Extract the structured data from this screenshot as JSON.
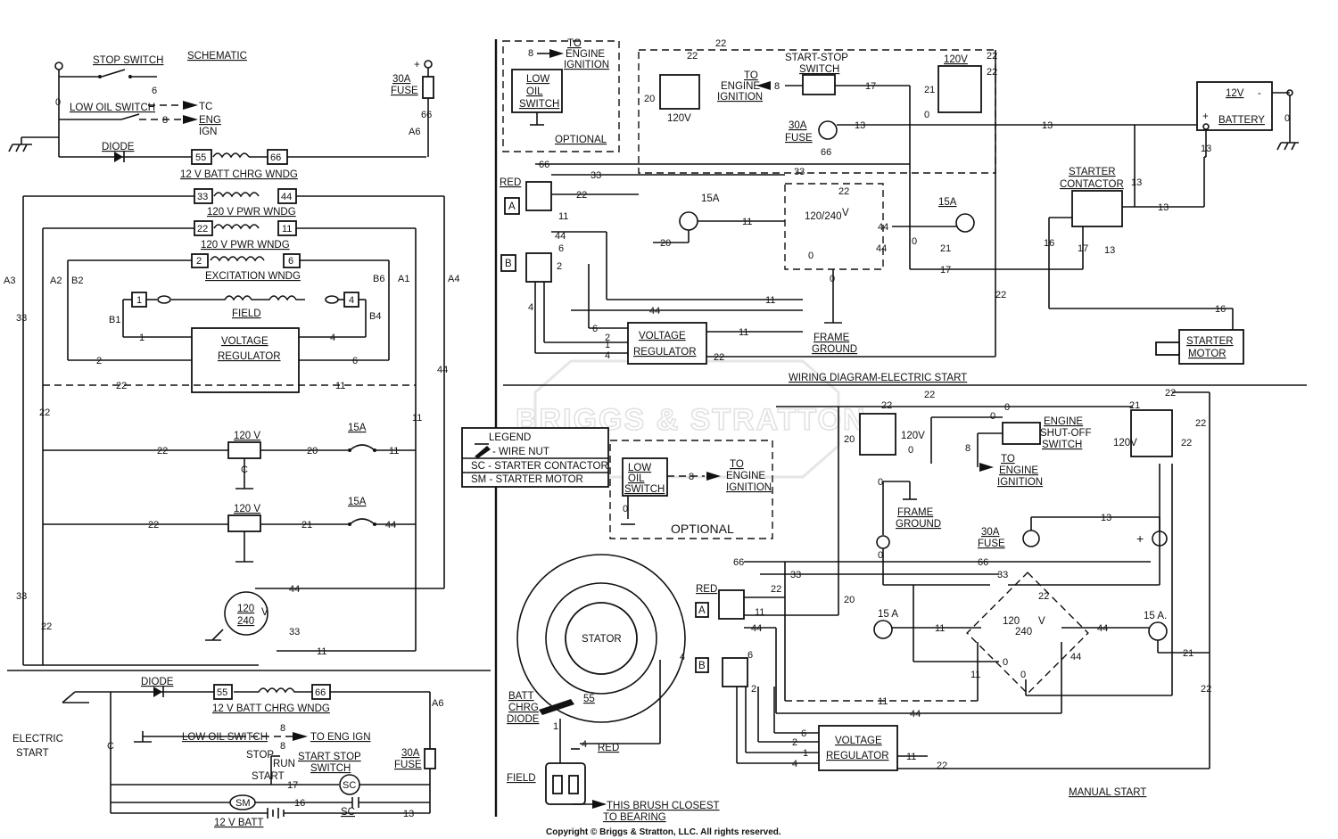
{
  "watermark": "BRIGGS & STRATTON",
  "copyright": "Copyright © Briggs & Stratton, LLC. All rights reserved.",
  "schematic": {
    "title": "SCHEMATIC",
    "stop_switch": "STOP SWITCH",
    "low_oil_switch": "LOW OIL SWITCH",
    "to_tc": "TC",
    "to_eng_ign_1": "ENG",
    "to_eng_ign_2": "IGN",
    "diode": "DIODE",
    "fuse_1": "30A",
    "fuse_2": "FUSE",
    "batt_chrg_wndg": "12 V BATT CHRG WNDG",
    "pwr_wndg_a": "120 V PWR WNDG",
    "pwr_wndg_b": "120 V PWR WNDG",
    "excitation_wndg": "EXCITATION WNDG",
    "field": "FIELD",
    "voltage_regulator_1": "VOLTAGE",
    "voltage_regulator_2": "REGULATOR",
    "receptacle_120v_a": "120 V",
    "receptacle_120v_b": "120 V",
    "breaker_15a_a": "15A",
    "breaker_15a_b": "15A",
    "dual_receptacle_1": "120",
    "dual_receptacle_2": "240",
    "dual_receptacle_v": "V",
    "terminals": {
      "t55": "55",
      "t66": "66",
      "t33": "33",
      "t44": "44",
      "t22": "22",
      "t11": "11",
      "t2": "2",
      "t6": "6",
      "t1": "1",
      "t4": "4"
    },
    "leads": {
      "a3": "A3",
      "a2": "A2",
      "b2": "B2",
      "b6": "B6",
      "a1": "A1",
      "a4": "A4",
      "a6": "A6",
      "b1": "B1",
      "b4": "B4"
    },
    "wire_numbers": {
      "w6": "6",
      "w8": "8",
      "w66": "66",
      "w33": "33",
      "w22": "22",
      "w11": "11",
      "w44": "44",
      "w1": "1",
      "w4": "4",
      "w2": "2",
      "w6b": "6",
      "w20": "20",
      "w21": "21",
      "w0": "0",
      "wc": "C"
    }
  },
  "electric_start_schematic": {
    "label_1": "ELECTRIC",
    "label_2": "START",
    "diode": "DIODE",
    "batt_chrg_wndg": "12 V BATT CHRG WNDG",
    "low_oil_switch": "LOW OIL SWITCH",
    "to_eng_ign": "TO ENG IGN",
    "start_stop_switch_1": "START STOP",
    "start_stop_switch_2": "SWITCH",
    "stop": "STOP",
    "run": "RUN",
    "start": "START",
    "fuse_1": "30A",
    "fuse_2": "FUSE",
    "sm": "SM",
    "sc": "SC",
    "sc_label": "SC",
    "batt": "12 V BATT",
    "terminals": {
      "t55": "55",
      "t66": "66"
    },
    "leads": {
      "a6": "A6"
    },
    "wire_numbers": {
      "w8a": "8",
      "w8b": "8",
      "w17": "17",
      "w16": "16",
      "w13": "13",
      "wc": "C"
    }
  },
  "wiring_electric": {
    "title": "WIRING DIAGRAM-ELECTRIC START",
    "low_oil_1": "LOW",
    "low_oil_2": "OIL",
    "low_oil_3": "SWITCH",
    "to_engine_ignition_1": "TO",
    "to_engine_ignition_2": "ENGINE",
    "to_engine_ignition_3": "IGNITION",
    "optional": "OPTIONAL",
    "start_stop_1": "START-STOP",
    "start_stop_2": "SWITCH",
    "to_engine_1": "TO",
    "to_engine_2": "ENGINE",
    "to_engine_3": "IGNITION",
    "receptacle_120v_a": "120V",
    "receptacle_120v_b": "120V",
    "fuse_1": "30A",
    "fuse_2": "FUSE",
    "battery_v": "12V",
    "battery": "BATTERY",
    "starter_contactor_1": "STARTER",
    "starter_contactor_2": "CONTACTOR",
    "starter_motor_1": "STARTER",
    "starter_motor_2": "MOTOR",
    "red": "RED",
    "conn_a": "A",
    "conn_b": "B",
    "breaker_15a_a": "15A",
    "breaker_15a_b": "15A",
    "dual": "120/240",
    "dual_v": "V",
    "frame_ground_1": "FRAME",
    "frame_ground_2": "GROUND",
    "voltage_regulator_1": "VOLTAGE",
    "voltage_regulator_2": "REGULATOR",
    "wire_numbers": {
      "w8": "8",
      "w22a": "22",
      "w22b": "22",
      "w20": "20",
      "w17": "17",
      "w13a": "13",
      "w13b": "13",
      "w13c": "13",
      "w13d": "13",
      "w66": "66",
      "w33": "33",
      "w22c": "22",
      "w44a": "44",
      "w44b": "44",
      "w44c": "44",
      "w11a": "11",
      "w11b": "11",
      "w11c": "11",
      "w16a": "16",
      "w16b": "16",
      "w17b": "17",
      "w13e": "13",
      "w21a": "21",
      "w21b": "21",
      "w22d": "22",
      "w22e": "22",
      "w22f": "22",
      "w22g": "22",
      "w6a": "6",
      "w6b": "6",
      "w2": "2",
      "w4a": "4",
      "w4b": "4",
      "w1": "1",
      "w0a": "0",
      "w0b": "0",
      "w0c": "0",
      "w0d": "0",
      "w0e": "0",
      "w20b": "20"
    }
  },
  "legend": {
    "title": "LEGEND",
    "wire_nut": "- WIRE NUT",
    "sc": "SC - STARTER CONTACTOR",
    "sm": "SM - STARTER MOTOR"
  },
  "wiring_manual": {
    "title": "MANUAL START",
    "low_oil_1": "LOW",
    "low_oil_2": "OIL",
    "low_oil_3": "SWITCH",
    "to_engine_ignition_1": "TO",
    "to_engine_ignition_2": "ENGINE",
    "to_engine_ignition_3": "IGNITION",
    "optional": "OPTIONAL",
    "engine_shutoff_1": "ENGINE",
    "engine_shutoff_2": "SHUT-OFF",
    "engine_shutoff_3": "SWITCH",
    "to_engine_ign_1": "TO",
    "to_engine_ign_2": "ENGINE",
    "to_engine_ign_3": "IGNITION",
    "receptacle_120v_a": "120V",
    "receptacle_120v_b": "120V",
    "frame_ground_1": "FRAME",
    "frame_ground_2": "GROUND",
    "fuse_1": "30A",
    "fuse_2": "FUSE",
    "plus": "+",
    "breaker_15a_a": "15 A",
    "breaker_15a_b": "15 A.",
    "dual_1": "120",
    "dual_2": "240",
    "dual_v": "V",
    "stator": "STATOR",
    "red_a": "RED",
    "red_b": "RED",
    "conn_a": "A",
    "conn_b": "B",
    "batt_chrg_diode_1": "BATT",
    "batt_chrg_diode_2": "CHRG",
    "batt_chrg_diode_3": "DIODE",
    "w55": "55",
    "field": "FIELD",
    "brush_1": "THIS BRUSH CLOSEST",
    "brush_2": "TO BEARING",
    "voltage_regulator_1": "VOLTAGE",
    "voltage_regulator_2": "REGULATOR",
    "wire_numbers": {
      "w22a": "22",
      "w22b": "22",
      "w20": "20",
      "w0a": "0",
      "w0b": "0",
      "w8a": "8",
      "w8b": "8",
      "w13": "13",
      "w66a": "66",
      "w66b": "66",
      "w33a": "33",
      "w33b": "33",
      "w22c": "22",
      "w22d": "22",
      "w22e": "22",
      "w22f": "22",
      "w22g": "22",
      "w21a": "21",
      "w21b": "21",
      "w21c": "21",
      "w11a": "11",
      "w11b": "11",
      "w11c": "11",
      "w11d": "11",
      "w11e": "11",
      "w44a": "44",
      "w44b": "44",
      "w44c": "44",
      "w44d": "44",
      "w6a": "6",
      "w6b": "6",
      "w2a": "2",
      "w2b": "2",
      "w1a": "1",
      "w1b": "1",
      "w4a": "4",
      "w4b": "4",
      "w4c": "4",
      "w20b": "20",
      "w0c": "0",
      "w0d": "0",
      "w0e": "0"
    }
  }
}
